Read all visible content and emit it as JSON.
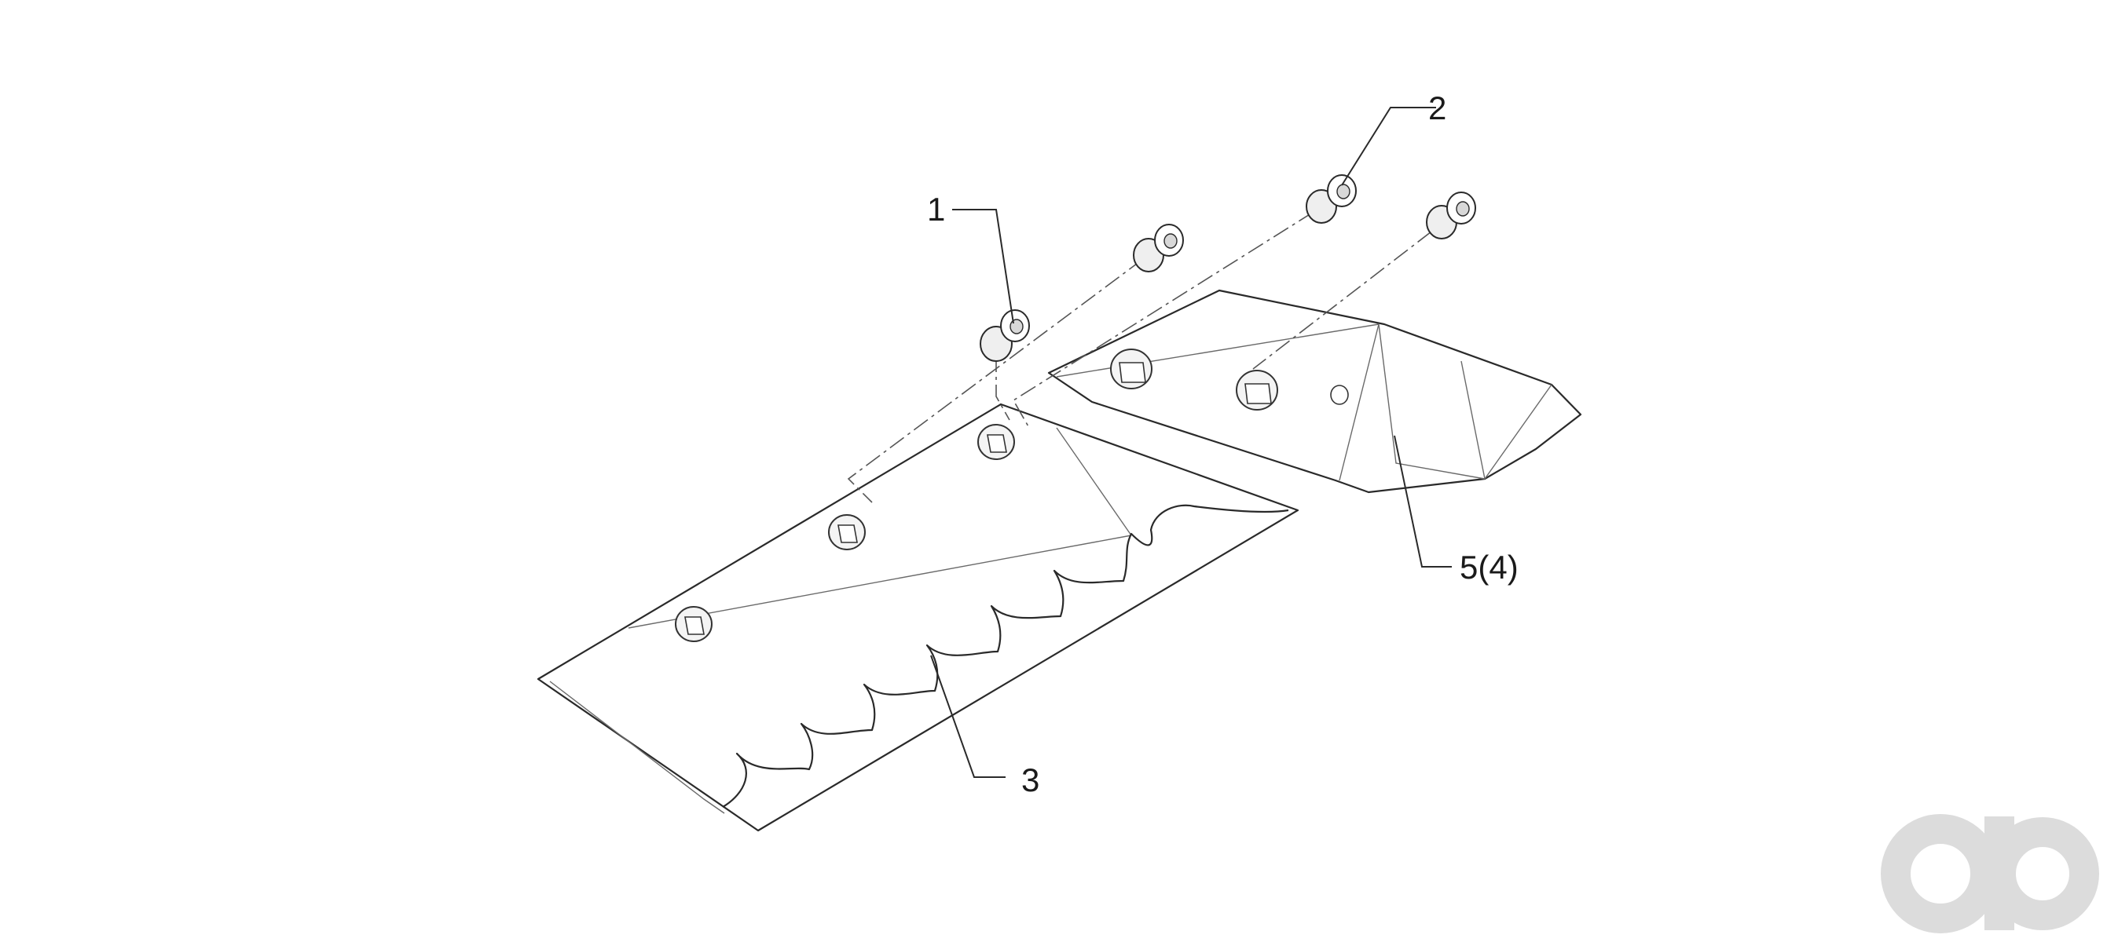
{
  "diagram": {
    "callouts": [
      {
        "id": "1",
        "label": "1"
      },
      {
        "id": "2",
        "label": "2"
      },
      {
        "id": "3",
        "label": "3"
      },
      {
        "id": "5",
        "label": "5(4)"
      }
    ],
    "watermark": "ao"
  },
  "colors": {
    "background": "#ffffff",
    "line": "#2a2a2a",
    "watermark": "#dcdcdc"
  }
}
